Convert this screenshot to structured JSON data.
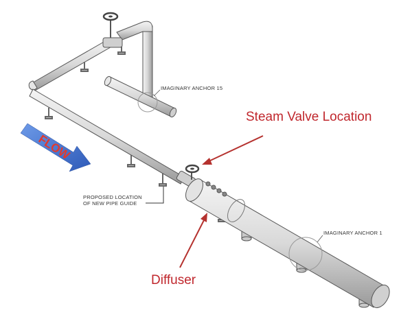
{
  "labels": {
    "anchor_15": "IMAGINARY ANCHOR 15",
    "anchor_1": "IMAGINARY ANCHOR 1",
    "guide_line1": "PROPOSED LOCATION",
    "guide_line2": "OF NEW PIPE GUIDE",
    "steam_valve": "Steam Valve Location",
    "diffuser": "Diffuser",
    "flow": "FLOW"
  },
  "colors": {
    "callout_red": "#c0272d",
    "arrow_red": "#b5322f",
    "flow_arrow_blue": "#3d6fcf",
    "flow_text_red": "#e23a2e",
    "pipe_gray": "#d6d6d6",
    "outline": "#555555"
  },
  "icons": [
    "valve-handwheel-icon",
    "flow-arrow-icon"
  ]
}
